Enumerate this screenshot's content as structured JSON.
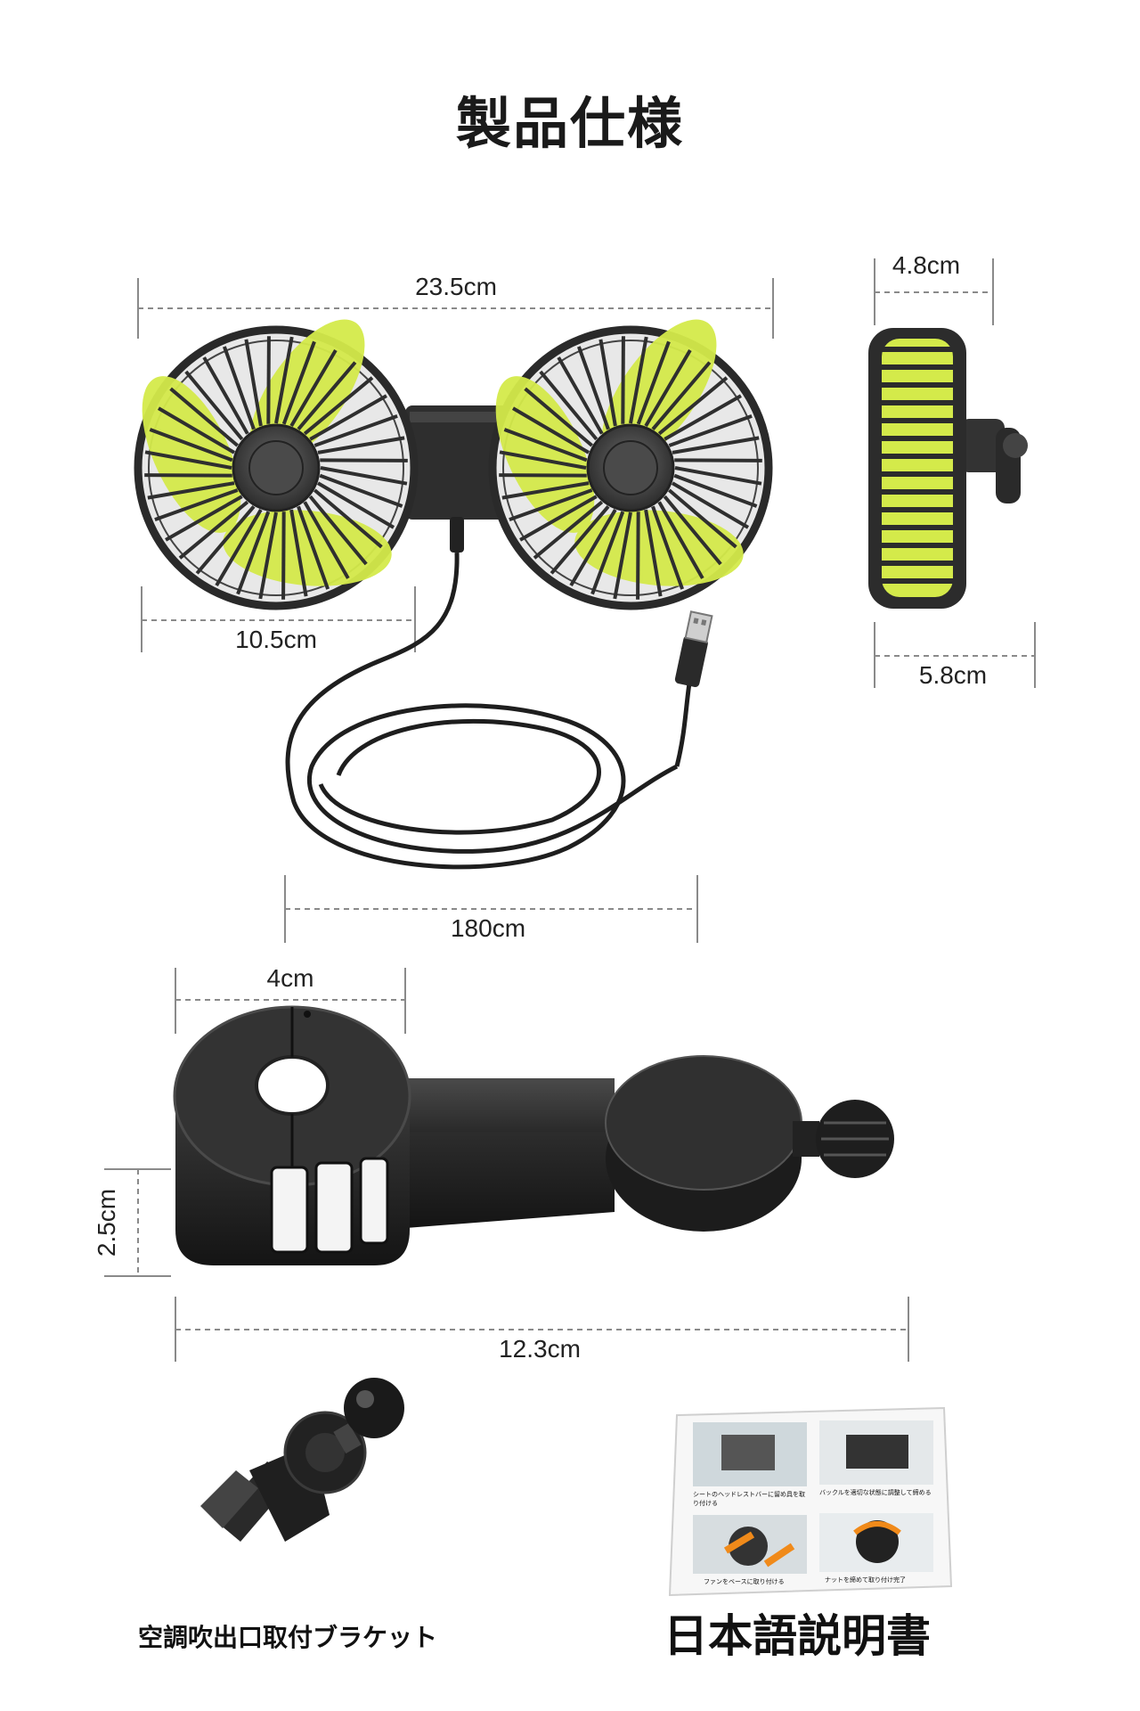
{
  "page": {
    "title": "製品仕様"
  },
  "dimensions": {
    "fan_width": "23.5cm",
    "fan_depth": "4.8cm",
    "fan_diameter": "10.5cm",
    "fan_side_height": "5.8cm",
    "cable_length": "180cm",
    "clamp_width": "4cm",
    "clamp_height": "2.5cm",
    "clamp_length": "12.3cm"
  },
  "accessories": {
    "bracket_label": "空調吹出口取付ブラケット",
    "manual_label": "日本語説明書",
    "manual_panels": [
      "シートのヘッドレストバーに留め具を取り付ける",
      "バックルを適切な状態に調整して締める",
      "ファンをベースに取り付ける",
      "ナットを締めて取り付け完了"
    ]
  },
  "colors": {
    "blade": "#d4ea4a",
    "body": "#2a2a2a",
    "dim_line": "#8a8a8a"
  }
}
